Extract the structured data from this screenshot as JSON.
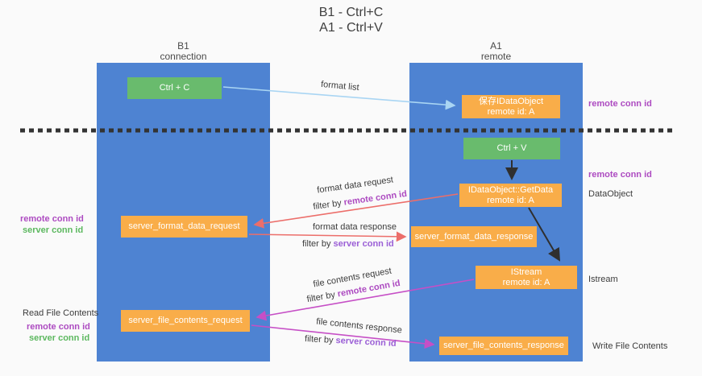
{
  "title": {
    "line1": "B1 - Ctrl+C",
    "line2": "A1 - Ctrl+V"
  },
  "columns": {
    "left": {
      "title": "B1",
      "subtitle": "connection"
    },
    "right": {
      "title": "A1",
      "subtitle": "remote"
    }
  },
  "boxes": {
    "ctrl_c": {
      "label": "Ctrl + C"
    },
    "save_dataobject": {
      "line1": "保存IDataObject",
      "line2": "remote id: A"
    },
    "ctrl_v": {
      "label": "Ctrl + V"
    },
    "getdata": {
      "line1": "IDataObject::GetData",
      "line2": "remote id: A"
    },
    "server_format_data_request": {
      "label": "server_format_data_request"
    },
    "server_format_data_response": {
      "label": "server_format_data_response"
    },
    "istream": {
      "line1": "IStream",
      "line2": "remote id: A"
    },
    "server_file_contents_request": {
      "label": "server_file_contents_request"
    },
    "server_file_contents_response": {
      "label": "server_file_contents_response"
    }
  },
  "annotations": {
    "format_list": "format list",
    "remote_conn_id_right_top": "remote conn id",
    "remote_conn_id_right_mid": "remote conn id",
    "dataobject": "DataObject",
    "istream": "Istream",
    "read_file_contents": "Read File Contents",
    "write_file_contents": "Write File Contents",
    "left_mid_remote": "remote conn id",
    "left_mid_server": "server conn id",
    "left_bottom_remote": "remote conn id",
    "left_bottom_server": "server conn id",
    "format_data_request": "format data request",
    "format_data_response": "format data response",
    "file_contents_request": "file contents request",
    "file_contents_response": "file contents response",
    "filter_by": "filter by",
    "remote_conn_id": "remote conn id",
    "server_conn_id": "server conn id"
  },
  "colors": {
    "column_blue": "#4e83d2",
    "box_green": "#69bb6d",
    "box_orange": "#f9ad49",
    "text_purple": "#ad4bc1",
    "text_violet": "#9b5fd6",
    "text_green": "#5cb85f",
    "arrow_salmon": "#ec6e6a",
    "arrow_magenta": "#c64fc6",
    "arrow_lightblue": "#a9d5f3",
    "arrow_black": "#2f2f2f",
    "dashed_line": "#333333"
  }
}
